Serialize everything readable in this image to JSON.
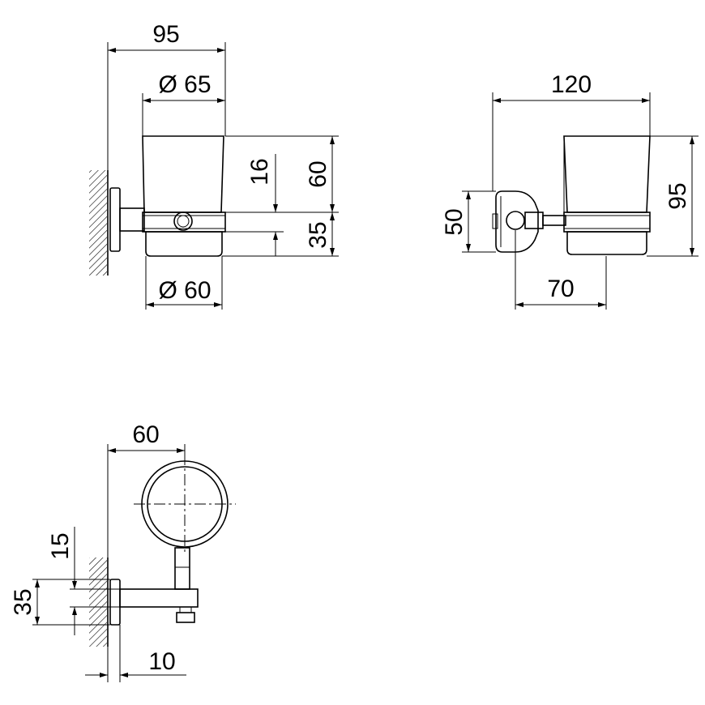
{
  "front_view": {
    "width_overall": "95",
    "cup_top_diameter": "Ø 65",
    "cup_bottom_diameter": "Ø 60",
    "ring_height": "16",
    "cup_height": "60",
    "lower_height": "35"
  },
  "side_view": {
    "width_overall": "120",
    "height_overall": "95",
    "base_height": "50",
    "projection": "70"
  },
  "top_view": {
    "ring_diameter": "60",
    "arm_height": "15",
    "base_height": "35",
    "base_thickness": "10"
  }
}
